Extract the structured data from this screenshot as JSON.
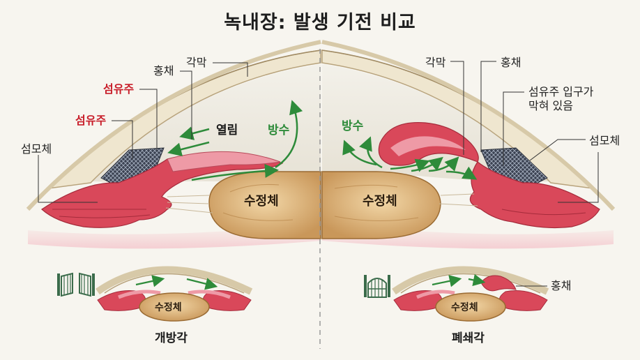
{
  "title": "녹내장: 발생 기전 비교",
  "left_panel": {
    "cornea": "각막",
    "iris": "홍채",
    "trabecular_1": "섬유주",
    "trabecular_2": "섬유주",
    "ciliary_body": "섬모체",
    "open_label": "열림",
    "aqueous": "방수",
    "lens": "수정체"
  },
  "right_panel": {
    "cornea": "각막",
    "iris": "홍채",
    "blocked_line1": "섬유주 입구가",
    "blocked_line2": "막혀 있음",
    "ciliary_body": "섬모체",
    "aqueous": "방수",
    "lens": "수정체"
  },
  "bottom_left": {
    "lens": "수정체",
    "caption": "개방각"
  },
  "bottom_right": {
    "lens": "수정체",
    "iris": "홍채",
    "caption": "폐쇄각"
  },
  "colors": {
    "tissue_red": "#d9485a",
    "tissue_pink": "#ee9aa6",
    "lens_gold": "#e3bd86",
    "arrow_green": "#2e8b3a",
    "cornea_beige": "#efe6cf",
    "label_red": "#c81e2a"
  },
  "icons": {
    "open_gate": "open-gate-icon",
    "closed_gate": "closed-gate-icon"
  }
}
